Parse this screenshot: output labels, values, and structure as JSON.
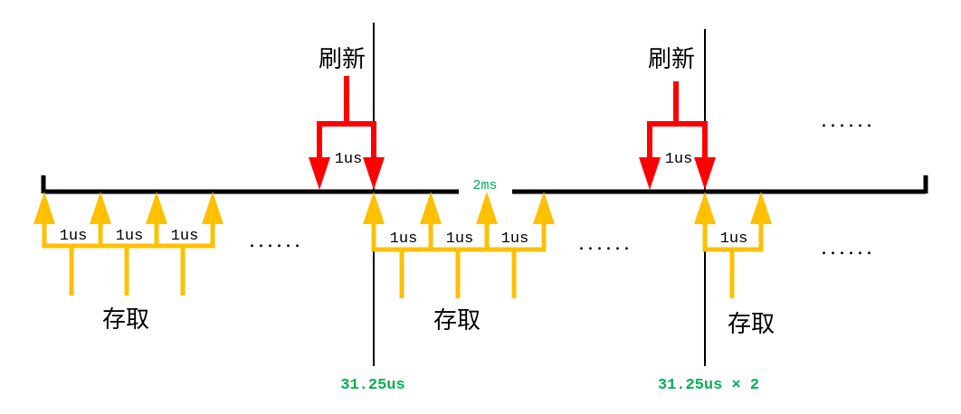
{
  "colors": {
    "timeline": "#000000",
    "refresh": "#ff0000",
    "access": "#ffc000",
    "ms_label": "#00b050"
  },
  "labels": {
    "refresh_1": "刷新",
    "refresh_2": "刷新",
    "refresh_dur_1": "1us",
    "refresh_dur_2": "1us",
    "period": "2ms",
    "mark_1": "31.25us",
    "mark_2": "31.25us × 2",
    "access_1": "存取",
    "access_2": "存取",
    "access_3": "存取",
    "ellipsis_top": "......",
    "ellipsis_1": "......",
    "ellipsis_2": "......",
    "ellipsis_3": "......",
    "access_durs": [
      "1us",
      "1us",
      "1us",
      "1us",
      "1us",
      "1us",
      "1us"
    ]
  }
}
